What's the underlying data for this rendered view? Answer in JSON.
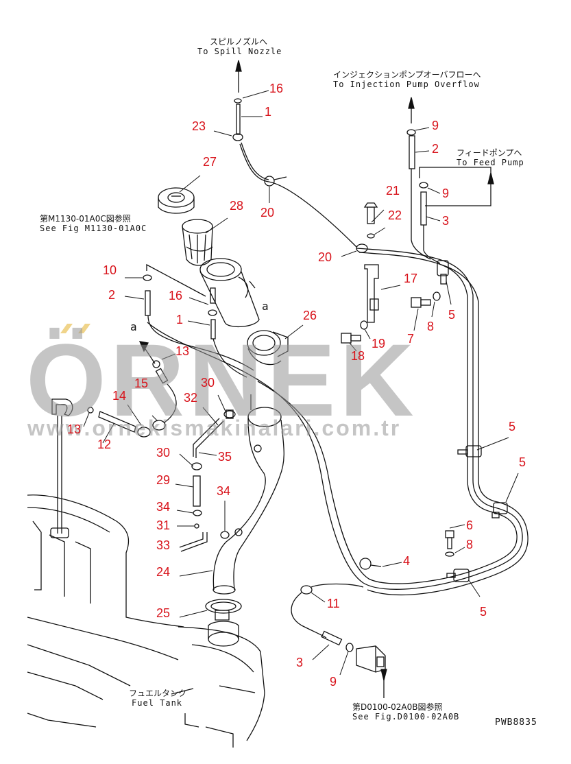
{
  "watermark": {
    "main": "ÖRNEK",
    "url": "www.ornekismakinalari.com.tr",
    "color": "#9a9a9a",
    "accent": "#f0d48a"
  },
  "drawing_number": "PWB8835",
  "notes": {
    "spill_jp": "スピルノズルへ",
    "spill_en": "To Spill Nozzle",
    "overflow_jp": "インジェクションポンプオーバフローへ",
    "overflow_en": "To Injection Pump Overflow",
    "feed_jp": "フィードポンプへ",
    "feed_en": "To Feed Pump",
    "m1130_jp": "第M1130-01A0C図参照",
    "m1130_en": "See Fig M1130-01A0C",
    "d0100_jp": "第D0100-02A0B図参照",
    "d0100_en": "See Fig.D0100-02A0B",
    "tank_jp": "フュエルタンク",
    "tank_en": "Fuel Tank",
    "marker_a1": "a",
    "marker_a2": "a"
  },
  "callouts": [
    {
      "id": "c16a",
      "label": "16"
    },
    {
      "id": "c1a",
      "label": "1"
    },
    {
      "id": "c23",
      "label": "23"
    },
    {
      "id": "c27",
      "label": "27"
    },
    {
      "id": "c28",
      "label": "28"
    },
    {
      "id": "c20a",
      "label": "20"
    },
    {
      "id": "c21",
      "label": "21"
    },
    {
      "id": "c22",
      "label": "22"
    },
    {
      "id": "c20b",
      "label": "20"
    },
    {
      "id": "c9a",
      "label": "9"
    },
    {
      "id": "c2a",
      "label": "2"
    },
    {
      "id": "c9b",
      "label": "9"
    },
    {
      "id": "c3a",
      "label": "3"
    },
    {
      "id": "c10",
      "label": "10"
    },
    {
      "id": "c2b",
      "label": "2"
    },
    {
      "id": "c16b",
      "label": "16"
    },
    {
      "id": "c1b",
      "label": "1"
    },
    {
      "id": "c17",
      "label": "17"
    },
    {
      "id": "c5a",
      "label": "5"
    },
    {
      "id": "c8a",
      "label": "8"
    },
    {
      "id": "c7",
      "label": "7"
    },
    {
      "id": "c26",
      "label": "26"
    },
    {
      "id": "c19",
      "label": "19"
    },
    {
      "id": "c18",
      "label": "18"
    },
    {
      "id": "c13a",
      "label": "13"
    },
    {
      "id": "c30a",
      "label": "30"
    },
    {
      "id": "c15",
      "label": "15"
    },
    {
      "id": "c14",
      "label": "14"
    },
    {
      "id": "c32",
      "label": "32"
    },
    {
      "id": "c13b",
      "label": "13"
    },
    {
      "id": "c12",
      "label": "12"
    },
    {
      "id": "c5b",
      "label": "5"
    },
    {
      "id": "c30b",
      "label": "30"
    },
    {
      "id": "c35",
      "label": "35"
    },
    {
      "id": "c5c",
      "label": "5"
    },
    {
      "id": "c29",
      "label": "29"
    },
    {
      "id": "c34a",
      "label": "34"
    },
    {
      "id": "c34b",
      "label": "34"
    },
    {
      "id": "c31",
      "label": "31"
    },
    {
      "id": "c6",
      "label": "6"
    },
    {
      "id": "c8b",
      "label": "8"
    },
    {
      "id": "c33",
      "label": "33"
    },
    {
      "id": "c4",
      "label": "4"
    },
    {
      "id": "c24",
      "label": "24"
    },
    {
      "id": "c11",
      "label": "11"
    },
    {
      "id": "c5d",
      "label": "5"
    },
    {
      "id": "c25",
      "label": "25"
    },
    {
      "id": "c3b",
      "label": "3"
    },
    {
      "id": "c9c",
      "label": "9"
    }
  ]
}
